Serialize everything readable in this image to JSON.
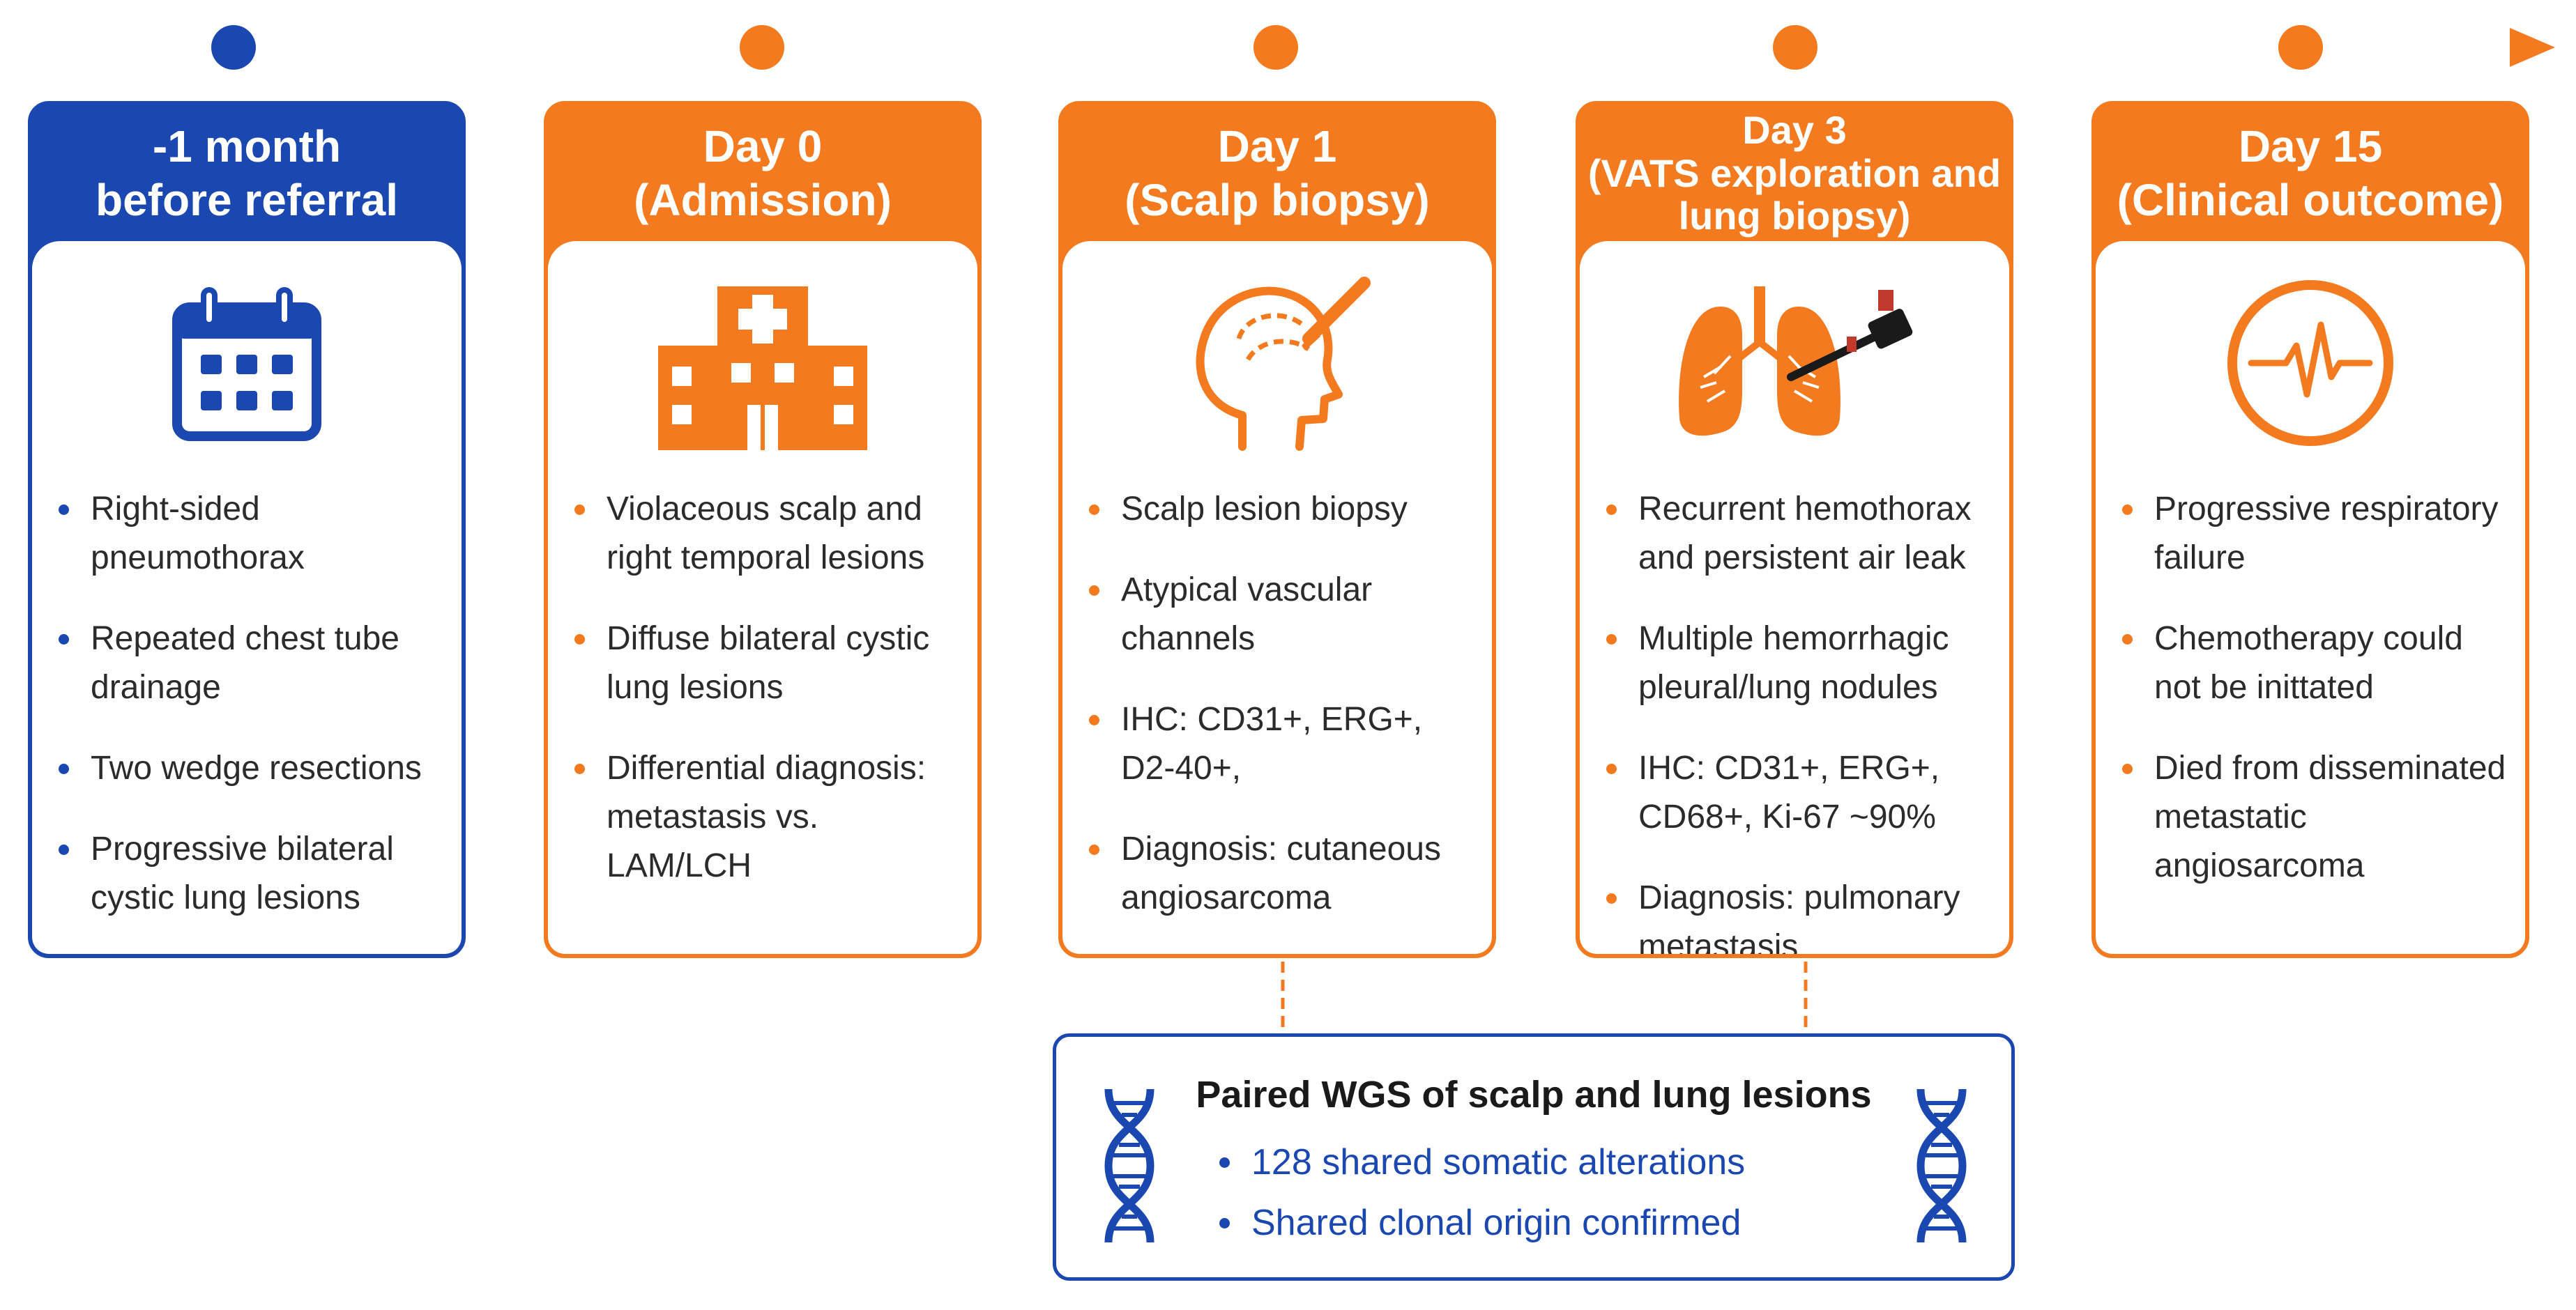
{
  "colors": {
    "orange": "#F47A20",
    "blue": "#1B47B0"
  },
  "stages": [
    {
      "header": "-1 month\nbefore referral",
      "color": "blue",
      "icon": "calendar-icon",
      "items": [
        "Right-sided pneumothorax",
        "Repeated chest tube drainage",
        "Two wedge resections",
        "Progressive bilateral cystic lung lesions"
      ]
    },
    {
      "header": "Day 0\n(Admission)",
      "color": "orange",
      "icon": "hospital-icon",
      "items": [
        "Violaceous scalp and right temporal lesions",
        "Diffuse bilateral cystic lung lesions",
        "Differential diagnosis: metastasis vs. LAM/LCH"
      ]
    },
    {
      "header": "Day 1\n(Scalp biopsy)",
      "color": "orange",
      "icon": "head-scalpel-icon",
      "items": [
        "Scalp lesion biopsy",
        "Atypical vascular channels",
        "IHC: CD31+, ERG+, D2-40+,",
        "Diagnosis: cutaneous angiosarcoma"
      ]
    },
    {
      "header": "Day 3\n(VATS exploration and\nlung biopsy)",
      "color": "orange",
      "icon": "lungs-thoracoscope-icon",
      "items": [
        "Recurrent hemothorax and persistent air leak",
        "Multiple hemorrhagic pleural/lung nodules",
        "IHC: CD31+, ERG+, CD68+, Ki-67 ~90%",
        "Diagnosis: pulmonary metastasis"
      ]
    },
    {
      "header": "Day 15\n(Clinical outcome)",
      "color": "orange",
      "icon": "heartbeat-icon",
      "items": [
        "Progressive respiratory failure",
        "Chemotherapy could not be inittated",
        "Died from disseminated metastatic angiosarcoma"
      ]
    }
  ],
  "wgs": {
    "title": "Paired WGS of scalp and lung lesions",
    "items": [
      "128 shared somatic alterations",
      "Shared clonal origin confirmed"
    ],
    "icon": "dna-icon"
  }
}
